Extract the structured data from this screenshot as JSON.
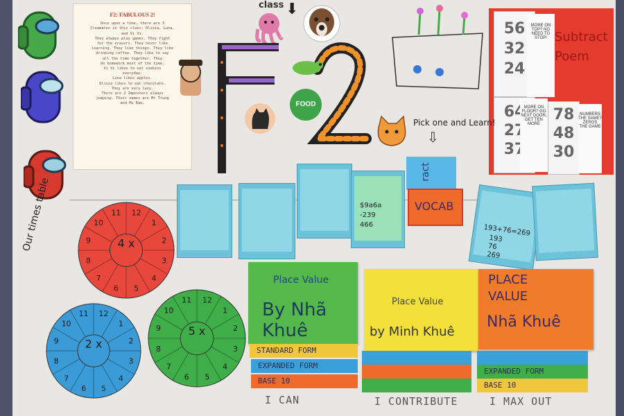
{
  "story": {
    "title": "F2: FABULOUS 2!",
    "lines": [
      "Once upon a time, there are 3",
      "Crewmates in this class: Olivia, Luna,",
      "and Vi Vi.",
      "They always play games. They fight",
      "for the erasers. They never like",
      "learning. They like things. They like",
      "drinking coffee. They like to say",
      "all the time together. They",
      "do homework most of the time.",
      "Vi Vi likes to eat cookies",
      "everyday.",
      "Luna likes apples.",
      "Olivia likes to eat chocolate.",
      "They are very lazy.",
      "There are 2 Impostors always",
      "jumping. Their names are Mr Trung",
      "and Ms Bao."
    ]
  },
  "header": {
    "class_label": "class",
    "title_left": "F",
    "title_right": "2",
    "food_badge": "FOOD"
  },
  "instructions": {
    "pick_one": "Pick one and Learn!"
  },
  "subtract": {
    "title": "Subtract Poem",
    "nums_top": [
      "56",
      "32",
      "24"
    ],
    "note_top": "MORE ON TOP? NO NEED TO STOP!",
    "nums_left": [
      "64",
      "27",
      "37"
    ],
    "note_left": "MORE ON FLOOR? GO NEXT DOOR, GET TEN MORE",
    "nums_right": [
      "78",
      "48",
      "30"
    ],
    "note_right": "NUMBERS THE SAME? ZEROS THE GAME"
  },
  "vocab": {
    "tab": "ract",
    "label": "VOCAB"
  },
  "side_label": "Our times table",
  "wheels": [
    {
      "center": "4 x",
      "numbers": [
        "12",
        "1",
        "2",
        "3",
        "4",
        "5",
        "6",
        "7",
        "8",
        "9",
        "10",
        "11"
      ],
      "color": "#e8473b"
    },
    {
      "center": "2 x",
      "numbers": [
        "12",
        "1",
        "2",
        "3",
        "4",
        "5",
        "6",
        "7",
        "8",
        "9",
        "10",
        "11"
      ],
      "color": "#3a9bd6"
    },
    {
      "center": "5 x",
      "numbers": [
        "12",
        "1",
        "2",
        "3",
        "4",
        "5",
        "6",
        "7",
        "8",
        "9",
        "10",
        "11"
      ],
      "color": "#3fae49"
    }
  ],
  "cards": {
    "card4": {
      "lines": [
        "$9a6a",
        "-239",
        "466"
      ]
    },
    "card6": {
      "lines": [
        "193+76=269",
        "193",
        "76",
        "269"
      ]
    }
  },
  "place_value": [
    {
      "title": "Place Value",
      "author": "By Nhã Khuê",
      "color": "#55b84a",
      "title_color": "#1d4a7a",
      "author_color": "#1d3b5a"
    },
    {
      "title": "Place Value",
      "author": "by Minh Khuê",
      "color": "#f4e03a",
      "title_color": "#444",
      "author_color": "#333"
    },
    {
      "title": "PLACE VALUE",
      "author": "Nhã Khuê",
      "color": "#f07b2a",
      "title_color": "#3a2a66",
      "author_color": "#3a2a66"
    }
  ],
  "strips": [
    "STANDARD FORM",
    "EXPANDED FORM",
    "BASE 10"
  ],
  "bottom_labels": {
    "can": "I CAN",
    "contribute": "I CONTRIBUTE",
    "max": "I MAX OUT"
  },
  "strip_colors": {
    "standard": "#f0c63a",
    "expanded": "#3aa0d8",
    "base": "#ef6b2c"
  }
}
